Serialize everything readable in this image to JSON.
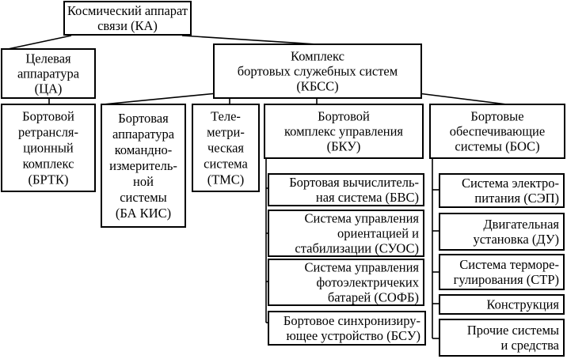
{
  "boxes": {
    "ka": {
      "lines": [
        "Космический аппарат",
        "связи (КА)"
      ]
    },
    "ca": {
      "lines": [
        "Целевая",
        "аппаратура",
        "(ЦА)"
      ]
    },
    "kbss": {
      "lines": [
        "Комплекс",
        "бортовых  служебных систем",
        "(КБСС)"
      ]
    },
    "brtk": {
      "lines": [
        "Бортовой",
        "ретрансля-",
        "ционный",
        "комплекс",
        "(БРТК)"
      ]
    },
    "bakis": {
      "lines": [
        "Бортовая",
        "аппаратура",
        "командно-",
        "измеритель-",
        "ной",
        "системы",
        "(БА КИС)"
      ]
    },
    "tms": {
      "lines": [
        "Теле-",
        "метри-",
        "ческая",
        "система",
        "(ТМС)"
      ]
    },
    "bku": {
      "lines": [
        "Бортовой",
        "комплекс управления",
        "(БКУ)"
      ]
    },
    "bos": {
      "lines": [
        "Бортовые",
        "обеспечивающие",
        "системы (БОС)"
      ]
    },
    "bvs": {
      "lines": [
        "Бортовая вычислитель-",
        "ная  система (БВС)"
      ]
    },
    "suos": {
      "lines": [
        "Система управления",
        "ориентацией и",
        "стабилизации (СУОС)"
      ]
    },
    "sofb": {
      "lines": [
        "Система управления",
        "фотоэлектричеких",
        "батарей (СОФБ)"
      ]
    },
    "bsu": {
      "lines": [
        "Бортовое синхронизиру-",
        "ющее устройство (БСУ)"
      ]
    },
    "sep": {
      "lines": [
        "Система электро-",
        "питания (СЭП)"
      ]
    },
    "du": {
      "lines": [
        "Двигательная",
        "установка (ДУ)"
      ]
    },
    "str": {
      "lines": [
        "Система терморе-",
        "гулирования (СТР)"
      ]
    },
    "konstr": {
      "lines": [
        "Конструкция"
      ]
    },
    "proch": {
      "lines": [
        "Прочие системы",
        "и средства"
      ]
    }
  }
}
